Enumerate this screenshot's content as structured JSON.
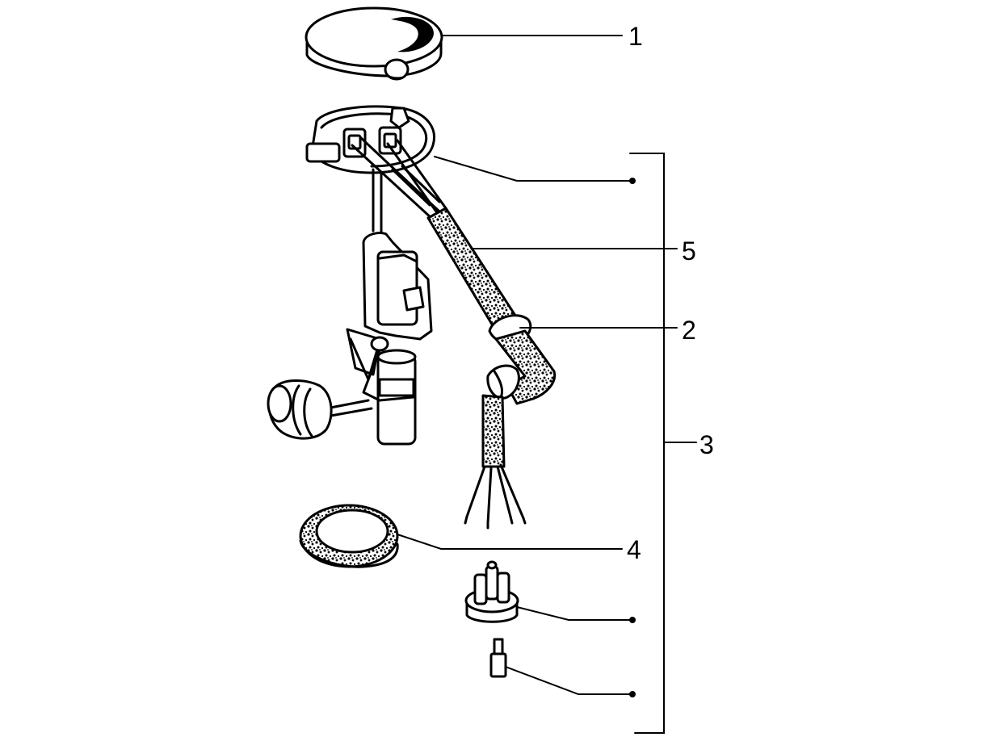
{
  "callouts": {
    "c1": "1",
    "c2": "2",
    "c3": "3",
    "c4": "4",
    "c5": "5"
  },
  "parts": [
    {
      "callout": "1",
      "icon": "cap-icon"
    },
    {
      "callout": "2",
      "icon": "grommet-icon"
    },
    {
      "callout": "3",
      "icon": "fuel-sender-assembly"
    },
    {
      "callout": "4",
      "icon": "gasket-ring-icon"
    },
    {
      "callout": "5",
      "icon": "wire-harness-icon"
    }
  ],
  "colors": {
    "ink": "#000000",
    "paper": "#ffffff"
  }
}
